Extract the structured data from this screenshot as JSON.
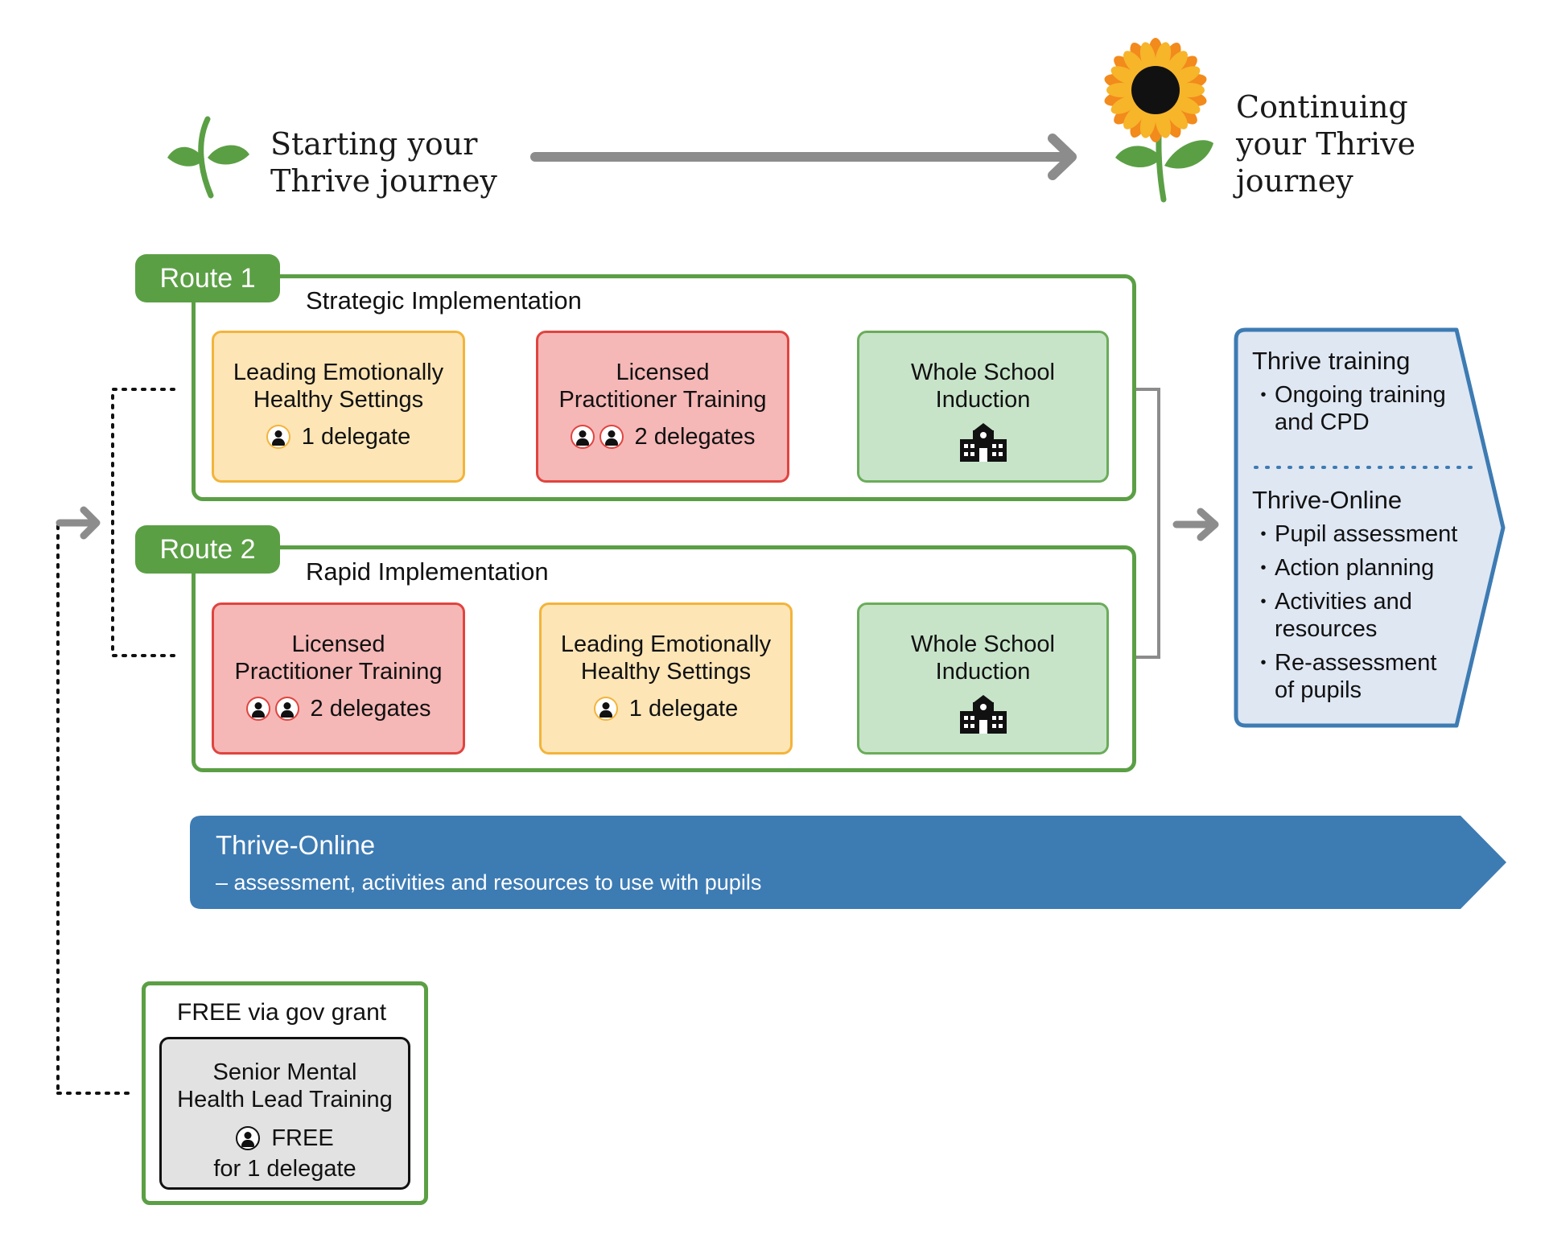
{
  "header": {
    "start_line1": "Starting your",
    "start_line2": "Thrive journey",
    "continue_line1": "Continuing",
    "continue_line2": "your Thrive",
    "continue_line3": "journey"
  },
  "route1": {
    "tab": "Route 1",
    "subtitle": "Strategic Implementation",
    "cards": [
      {
        "line1": "Leading Emotionally",
        "line2": "Healthy Settings",
        "delegates": "1 delegate"
      },
      {
        "line1": "Licensed",
        "line2": "Practitioner Training",
        "delegates": "2 delegates"
      },
      {
        "line1": "Whole School",
        "line2": "Induction"
      }
    ]
  },
  "route2": {
    "tab": "Route 2",
    "subtitle": "Rapid Implementation",
    "cards": [
      {
        "line1": "Licensed",
        "line2": "Practitioner Training",
        "delegates": "2 delegates"
      },
      {
        "line1": "Leading Emotionally",
        "line2": "Healthy Settings",
        "delegates": "1 delegate"
      },
      {
        "line1": "Whole School",
        "line2": "Induction"
      }
    ]
  },
  "continuing_panel": {
    "training_heading": "Thrive training",
    "training_items": [
      [
        "Ongoing training",
        "and CPD"
      ]
    ],
    "online_heading": "Thrive-Online",
    "online_items": [
      [
        "Pupil assessment"
      ],
      [
        "Action planning"
      ],
      [
        "Activities and",
        "resources"
      ],
      [
        "Re-assessment",
        "of pupils"
      ]
    ]
  },
  "banner": {
    "title": "Thrive-Online",
    "subtitle": "– assessment, activities and resources to use with pupils"
  },
  "free_box": {
    "label": "FREE via gov grant",
    "card_line1": "Senior Mental",
    "card_line2": "Health Lead Training",
    "free_text": "FREE",
    "delegate_text": "for 1 delegate"
  },
  "colors": {
    "route_green": "#5b9f45",
    "banner_blue": "#3d7bb3",
    "panel_fill": "#dfe7f3",
    "arrow_grey": "#8c8c8c",
    "yellow_card": "#fde5b6",
    "red_card": "#f6b7b7",
    "green_card": "#c7e4c9"
  },
  "icons": [
    "seedling-icon",
    "sunflower-icon",
    "person-icon",
    "school-icon",
    "arrow-right-icon"
  ]
}
